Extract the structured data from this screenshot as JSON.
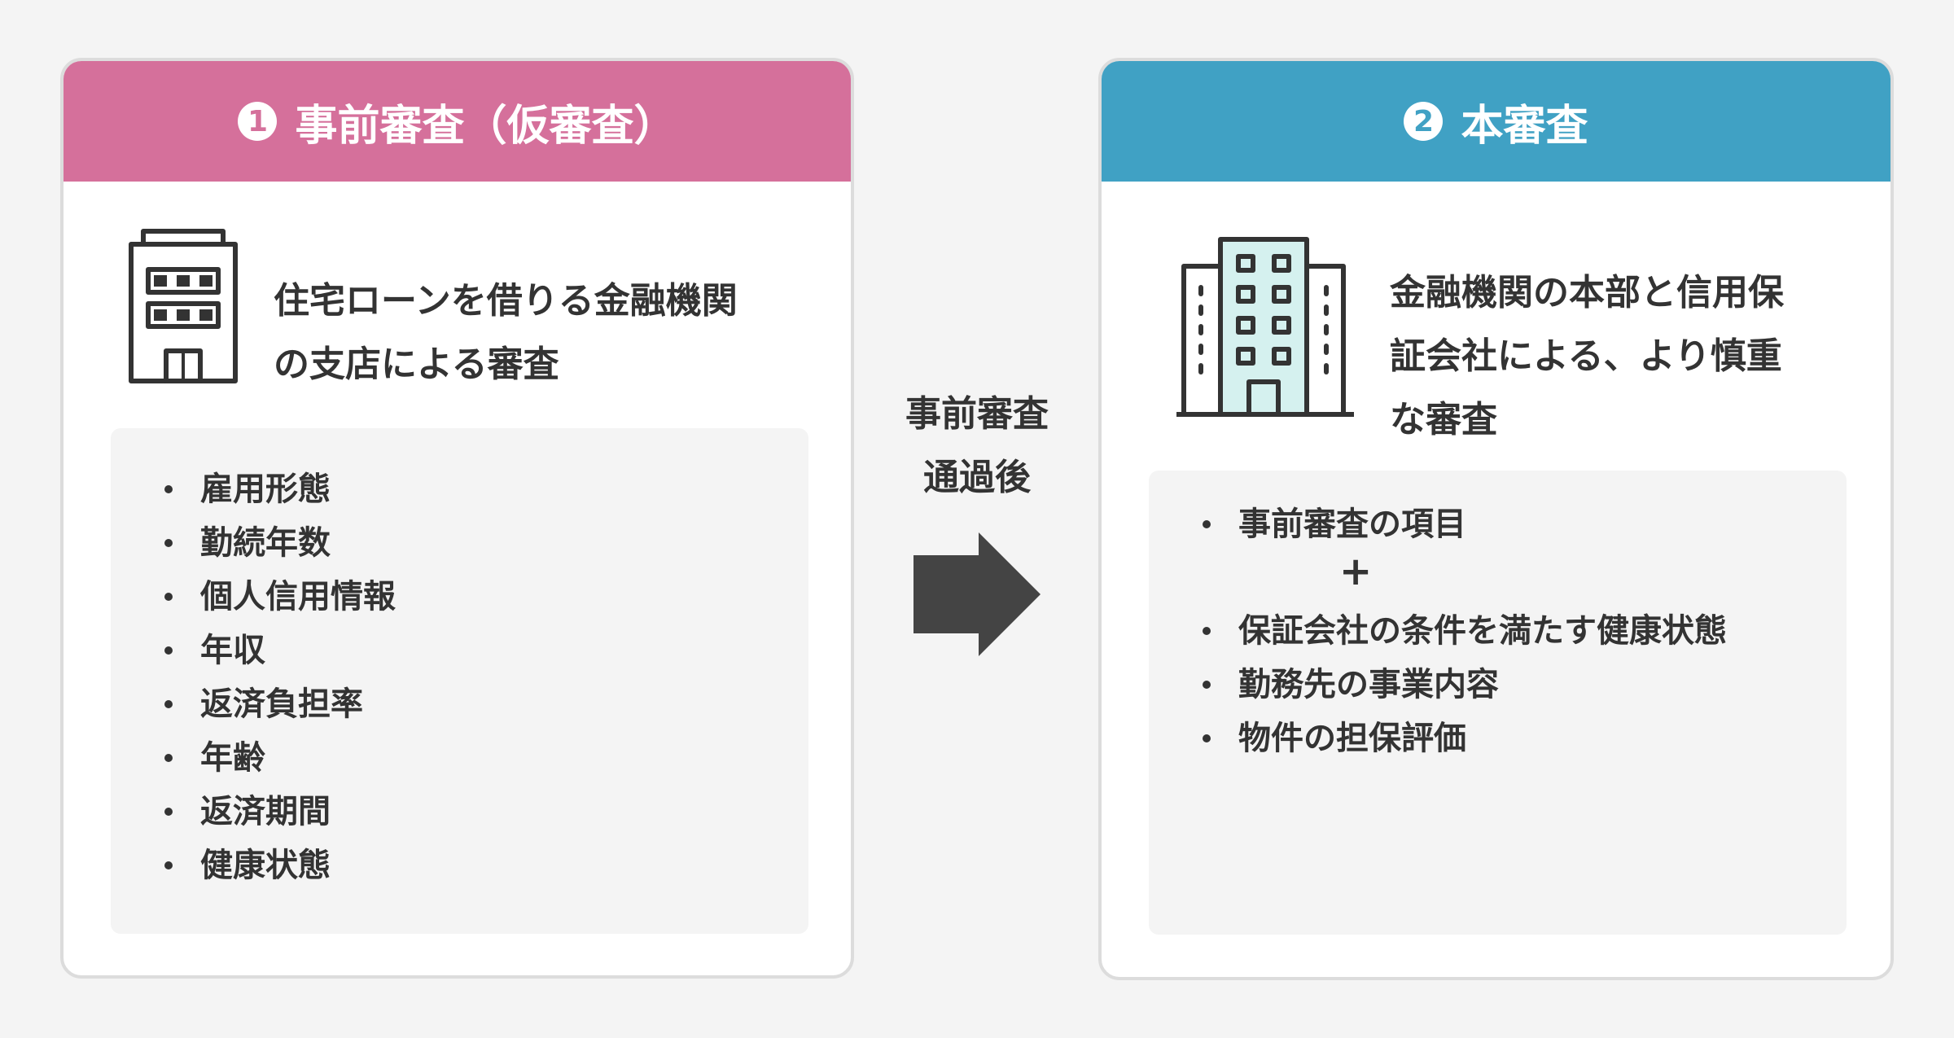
{
  "colors": {
    "left_header": "#d5709b",
    "right_header": "#40a1c4",
    "arrow": "#444444",
    "text": "#333333"
  },
  "left_card": {
    "step_number": "1",
    "title": "事前審査（仮審査）",
    "icon": "office-building-icon",
    "description_lines": [
      "住宅ローンを借りる金融機関",
      "の支店による審査"
    ],
    "items": [
      "雇用形態",
      "勤続年数",
      "個人信用情報",
      "年収",
      "返済負担率",
      "年齢",
      "返済期間",
      "健康状態"
    ]
  },
  "middle": {
    "lines": [
      "事前審査",
      "通過後"
    ],
    "icon": "right-arrow-icon"
  },
  "right_card": {
    "step_number": "2",
    "title": "本審査",
    "icon": "headquarters-building-icon",
    "description_lines": [
      "金融機関の本部と信用保",
      "証会社による、より慎重",
      "な審査"
    ],
    "first_item": "事前審査の項目",
    "plus": "+",
    "items": [
      "保証会社の条件を満たす健康状態",
      "勤務先の事業内容",
      "物件の担保評価"
    ]
  }
}
